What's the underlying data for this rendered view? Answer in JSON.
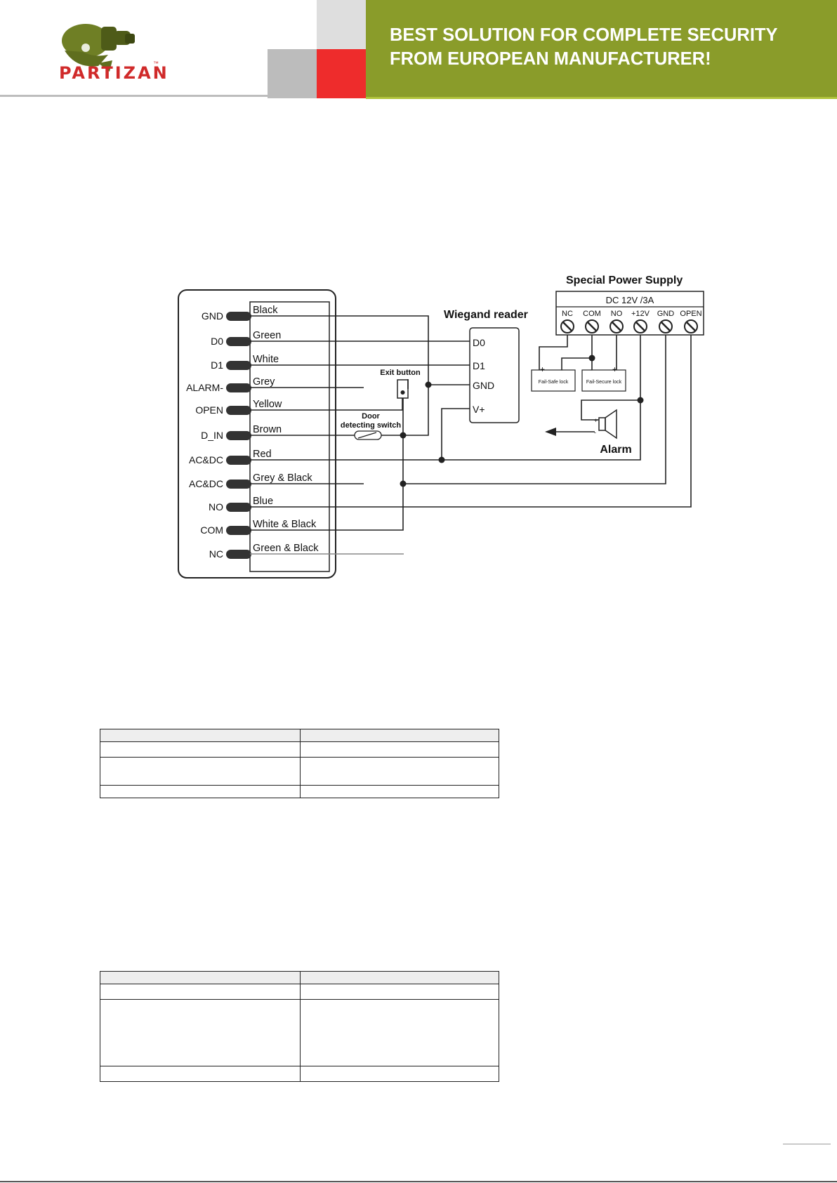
{
  "header": {
    "logo_text": "PARTIZAN",
    "logo_tm": "™",
    "slogan_line1": "BEST SOLUTION FOR COMPLETE SECURITY",
    "slogan_line2": "FROM EUROPEAN MANUFACTURER!",
    "colors": {
      "green": "#8a9c2a",
      "red": "#ee2c2c",
      "gray": "#bcbcbc",
      "logo_red": "#d02a2a"
    }
  },
  "diagram": {
    "terminals": [
      {
        "name": "GND",
        "wire": "Black"
      },
      {
        "name": "D0",
        "wire": "Green"
      },
      {
        "name": "D1",
        "wire": "White"
      },
      {
        "name": "ALARM-",
        "wire": "Grey"
      },
      {
        "name": "OPEN",
        "wire": "Yellow"
      },
      {
        "name": "D_IN",
        "wire": "Brown"
      },
      {
        "name": "AC&DC",
        "wire": "Red"
      },
      {
        "name": "AC&DC",
        "wire": "Grey & Black"
      },
      {
        "name": "NO",
        "wire": "Blue"
      },
      {
        "name": "COM",
        "wire": "White & Black"
      },
      {
        "name": "NC",
        "wire": "Green & Black"
      }
    ],
    "wiegand": {
      "title": "Wiegand reader",
      "pins": [
        "D0",
        "D1",
        "GND",
        "V+"
      ]
    },
    "exit_button": "Exit button",
    "door_switch_line1": "Door",
    "door_switch_line2": "detecting switch",
    "power_supply": {
      "title": "Special Power Supply",
      "rating": "DC 12V /3A",
      "terminals": [
        "NC",
        "COM",
        "NO",
        "+12V",
        "GND",
        "OPEN"
      ]
    },
    "fail_safe_lock": "Fail-Safe lock",
    "fail_secure_lock": "Fail-Secure lock",
    "alarm": "Alarm",
    "plus": "+",
    "minus": "-"
  }
}
